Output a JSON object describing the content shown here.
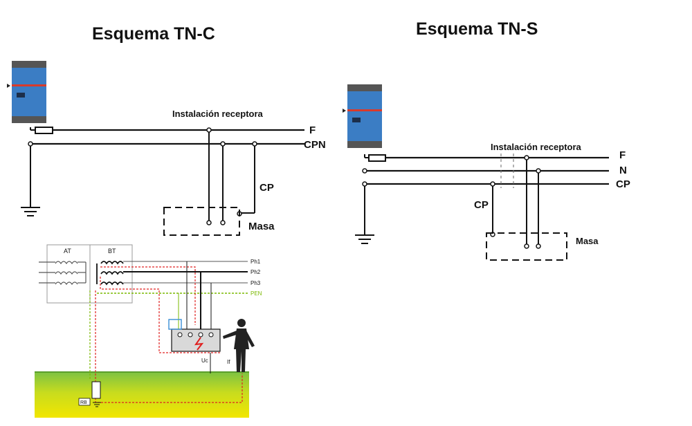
{
  "titles": {
    "tnc": "Esquema TN-C",
    "tns": "Esquema TN-S"
  },
  "tnc": {
    "installation": "Instalación receptora",
    "line_f": "F",
    "line_cpn": "CPN",
    "cp": "CP",
    "masa": "Masa"
  },
  "tns": {
    "installation": "Instalación receptora",
    "line_f": "F",
    "line_n": "N",
    "line_cp": "CP",
    "cp": "CP",
    "masa": "Masa"
  },
  "fault": {
    "at": "AT",
    "bt": "BT",
    "ph1": "Ph1",
    "ph2": "Ph2",
    "ph3": "Ph3",
    "pen": "PEN",
    "uc": "Uc",
    "if": "If",
    "rb": "RB"
  },
  "colors": {
    "device_blue": "#3b7dc4",
    "device_red": "#d93a2b",
    "fault_red": "#e02020",
    "pen_green": "#7ab800",
    "ground_top": "#7dc242",
    "ground_bottom": "#f2e600"
  }
}
